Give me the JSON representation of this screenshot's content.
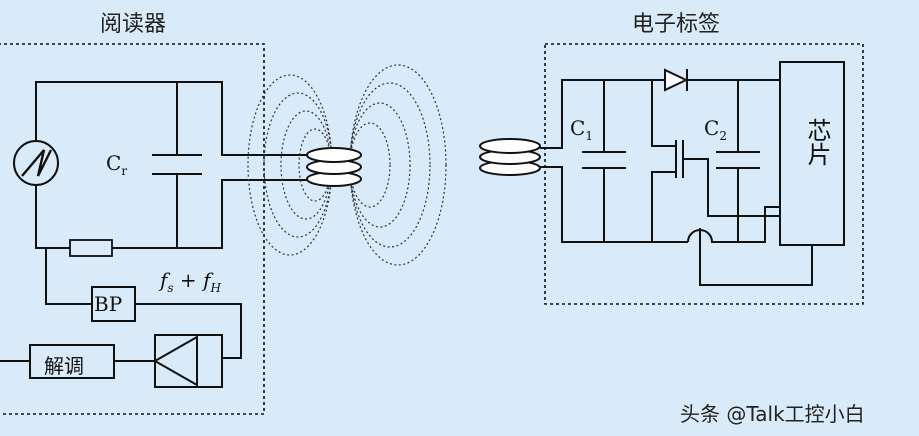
{
  "reader": {
    "title": "阅读器",
    "capacitor_label": "C",
    "capacitor_sub": "r"
  },
  "tag": {
    "title": "电子标签",
    "c1_label": "C",
    "c1_sub": "1",
    "c2_label": "C",
    "c2_sub": "2",
    "chip_label": "芯片"
  },
  "bandpass": {
    "label": "BP"
  },
  "frequency": {
    "f1": "f",
    "f1_sub": "s",
    "plus": " + ",
    "f2": "f",
    "f2_sub": "H"
  },
  "demodulator": {
    "label": "解调"
  },
  "watermark": "头条 @Talk工控小白",
  "colors": {
    "background": "#d9eaf8",
    "line": "#111111",
    "field_lines": "#333333"
  }
}
